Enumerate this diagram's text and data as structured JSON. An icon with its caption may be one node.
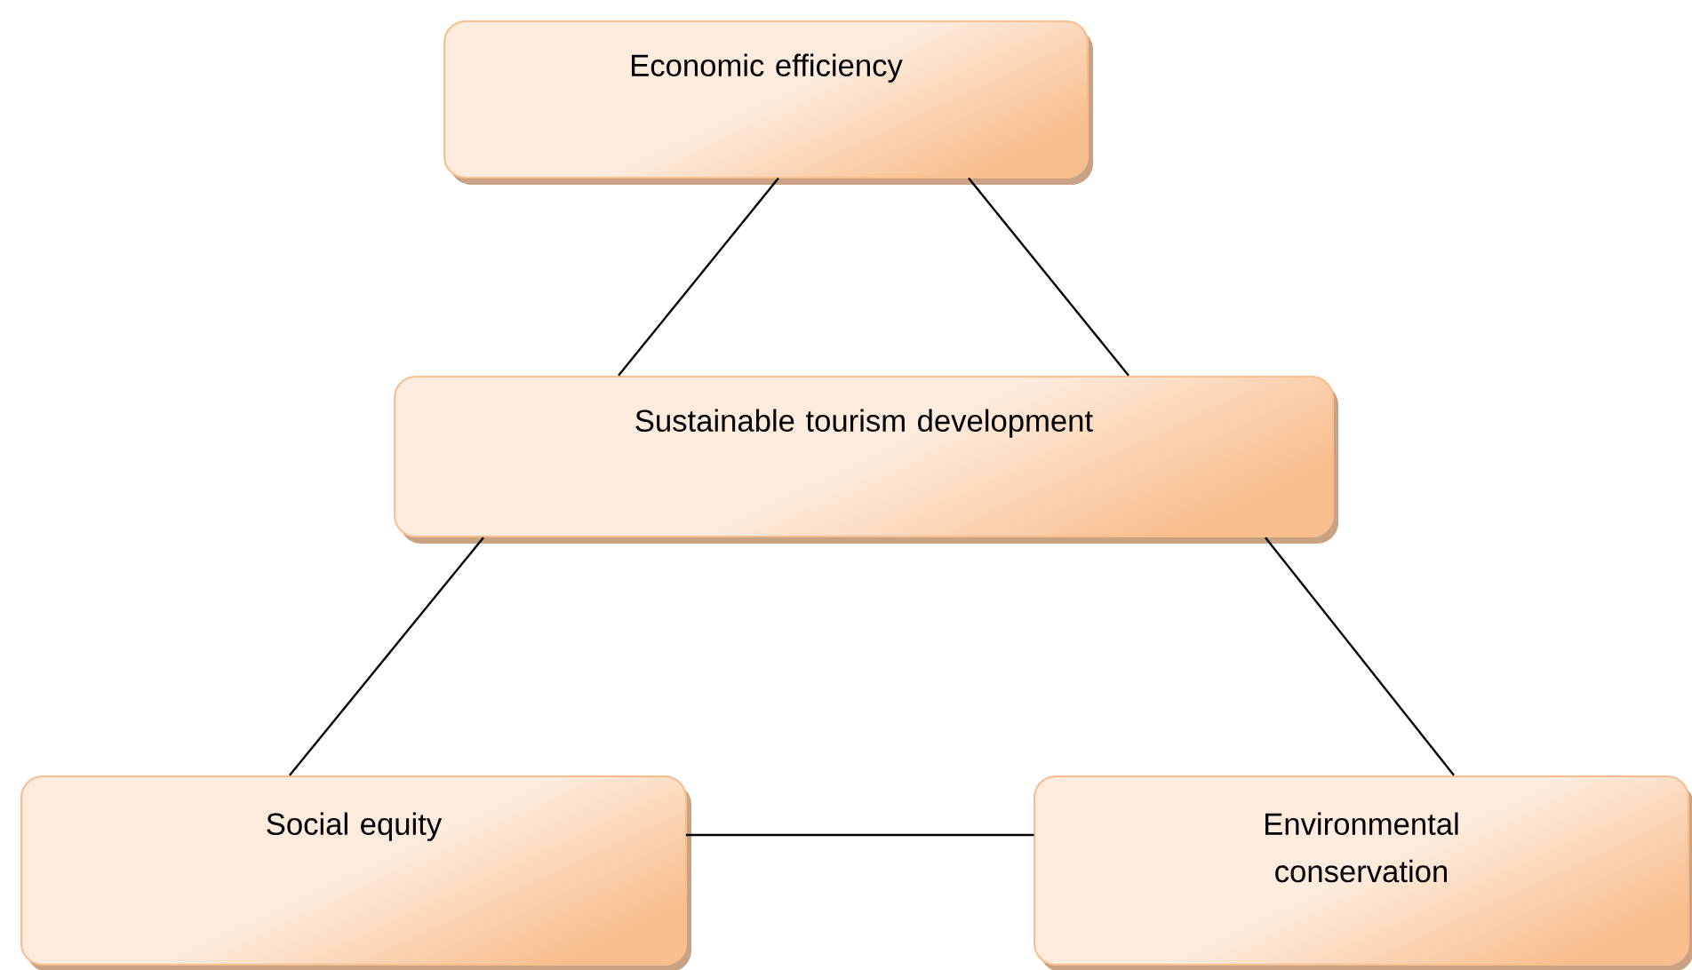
{
  "diagram": {
    "nodes": [
      {
        "text": [
          "Economic efficiency"
        ]
      },
      {
        "text": [
          "Sustainable tourism development"
        ]
      },
      {
        "text": [
          "Social equity"
        ]
      },
      {
        "text": [
          "Environmental conservation"
        ]
      }
    ],
    "edges": [
      {
        "from": 0,
        "to": 1,
        "arrow": "none"
      },
      {
        "from": 0,
        "to": 1,
        "arrow": "none"
      },
      {
        "from": 1,
        "to": 2,
        "arrow": "none"
      },
      {
        "from": 1,
        "to": 3,
        "arrow": "none"
      },
      {
        "from": 2,
        "to": 3,
        "arrow": "none"
      }
    ]
  }
}
